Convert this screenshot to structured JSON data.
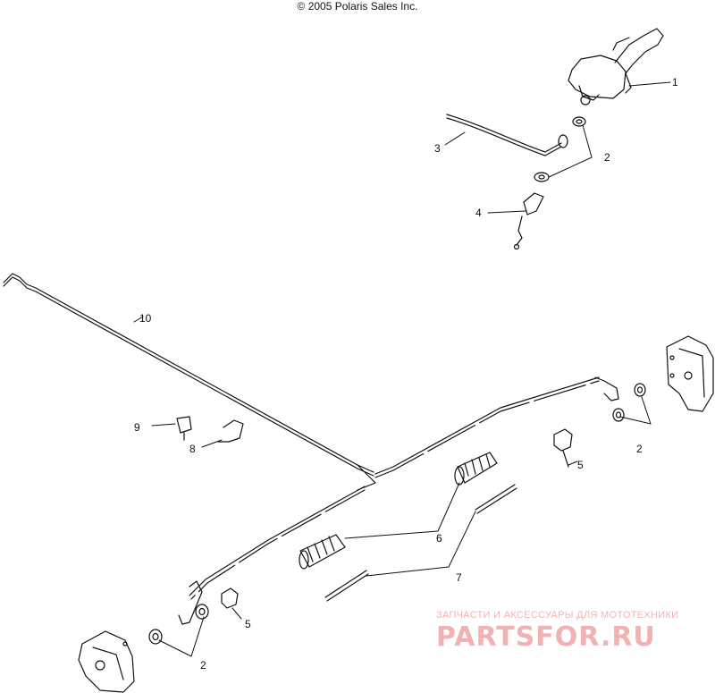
{
  "copyright": "© 2005 Polaris Sales Inc.",
  "callouts": {
    "c1": "1",
    "c2a": "2",
    "c2b": "2",
    "c2c": "2",
    "c3": "3",
    "c4": "4",
    "c5a": "5",
    "c5b": "5",
    "c6": "6",
    "c7": "7",
    "c8": "8",
    "c9": "9",
    "c10": "10"
  },
  "watermark": {
    "tagline": "ЗАПЧАСТИ И АКСЕССУАРЫ ДЛЯ МОТОТЕХНИКИ",
    "logo": "PARTSFOR.RU"
  },
  "colors": {
    "line": "#111111",
    "watermark": "#f0b2b2"
  }
}
